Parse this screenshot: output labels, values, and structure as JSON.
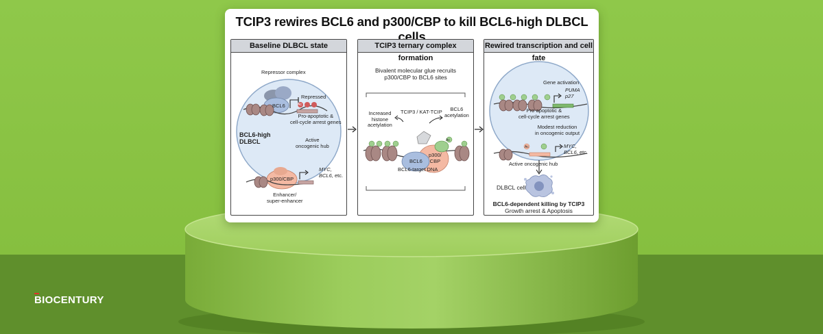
{
  "title": "TCIP3 rewires BCL6 and p300/CBP to kill BCL6-high DLBCL cells",
  "brand": {
    "name": "BIOCENTURY",
    "first_letter": "B",
    "rest": "IOCENTURY",
    "accent_color": "#e0322c"
  },
  "panels": [
    {
      "heading": "Baseline DLBCL state",
      "labels": {
        "repressor_complex": "Repressor complex",
        "bcl6": "BCL6",
        "repressed": "Repressed",
        "ac": "Ac",
        "pro_apoptotic_1": "Pro-apoptotic &",
        "pro_apoptotic_2": "cell-cycle arrest genes",
        "cell_state_1": "BCL6-high",
        "cell_state_2": "DLBCL",
        "active_hub_1": "Active",
        "active_hub_2": "oncogenic hub",
        "p300": "p300/CBP",
        "genes_1": "MYC,",
        "genes_2": "BCL6,",
        "genes_2b": " etc.",
        "enhancer_1": "Enhancer/",
        "enhancer_2": "super-enhancer"
      }
    },
    {
      "heading": "TCIP3 ternary complex formation",
      "labels": {
        "glue_1": "Bivalent molecular glue recruits",
        "glue_2": "p300/CBP to BCL6 sites",
        "increased_1": "Increased",
        "increased_2": "histone",
        "increased_3": "acetylation",
        "tcip3": "TCIP3 / KAT-TCIP",
        "bcl6_acet_1": "BCL6",
        "bcl6_acet_2": "acetylation",
        "bcl6": "BCL6",
        "p300_1": "p300/",
        "p300_2": "CBP",
        "ac": "Ac",
        "target_dna": "BCL6-target DNA"
      }
    },
    {
      "heading": "Rewired transcription and cell fate",
      "labels": {
        "gene_activation": "Gene activation",
        "puma": "PUMA",
        "p27": "p27",
        "pro_apoptotic_1": "Pro-apoptotic &",
        "pro_apoptotic_2": "cell-cycle arrest genes",
        "modest_1": "Modest reduction",
        "modest_2": "in oncogenic output",
        "genes_1": "MYC,",
        "genes_2": "BCL6,",
        "genes_2b": " etc.",
        "active_hub": "Active oncogenic hub",
        "ac": "Ac",
        "dlbcl_cell": "DLBCL cell",
        "killing": "BCL6-dependent killing by TCIP3",
        "fate": "Growth arrest & Apoptosis"
      }
    }
  ]
}
